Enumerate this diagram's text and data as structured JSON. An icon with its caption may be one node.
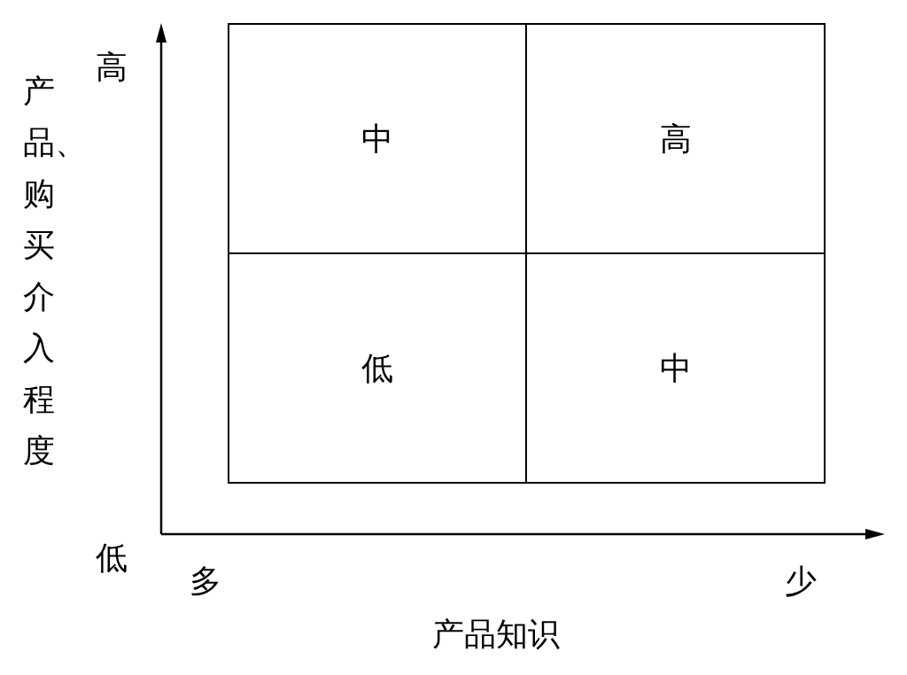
{
  "diagram": {
    "nodes": [
      {
        "text": [
          "中"
        ]
      },
      {
        "text": [
          "高"
        ]
      },
      {
        "text": [
          "低"
        ]
      },
      {
        "text": [
          "中"
        ]
      }
    ],
    "labels": [
      "高",
      "产品、购买介入程度",
      "低",
      "多",
      "少",
      "产品知识"
    ]
  }
}
